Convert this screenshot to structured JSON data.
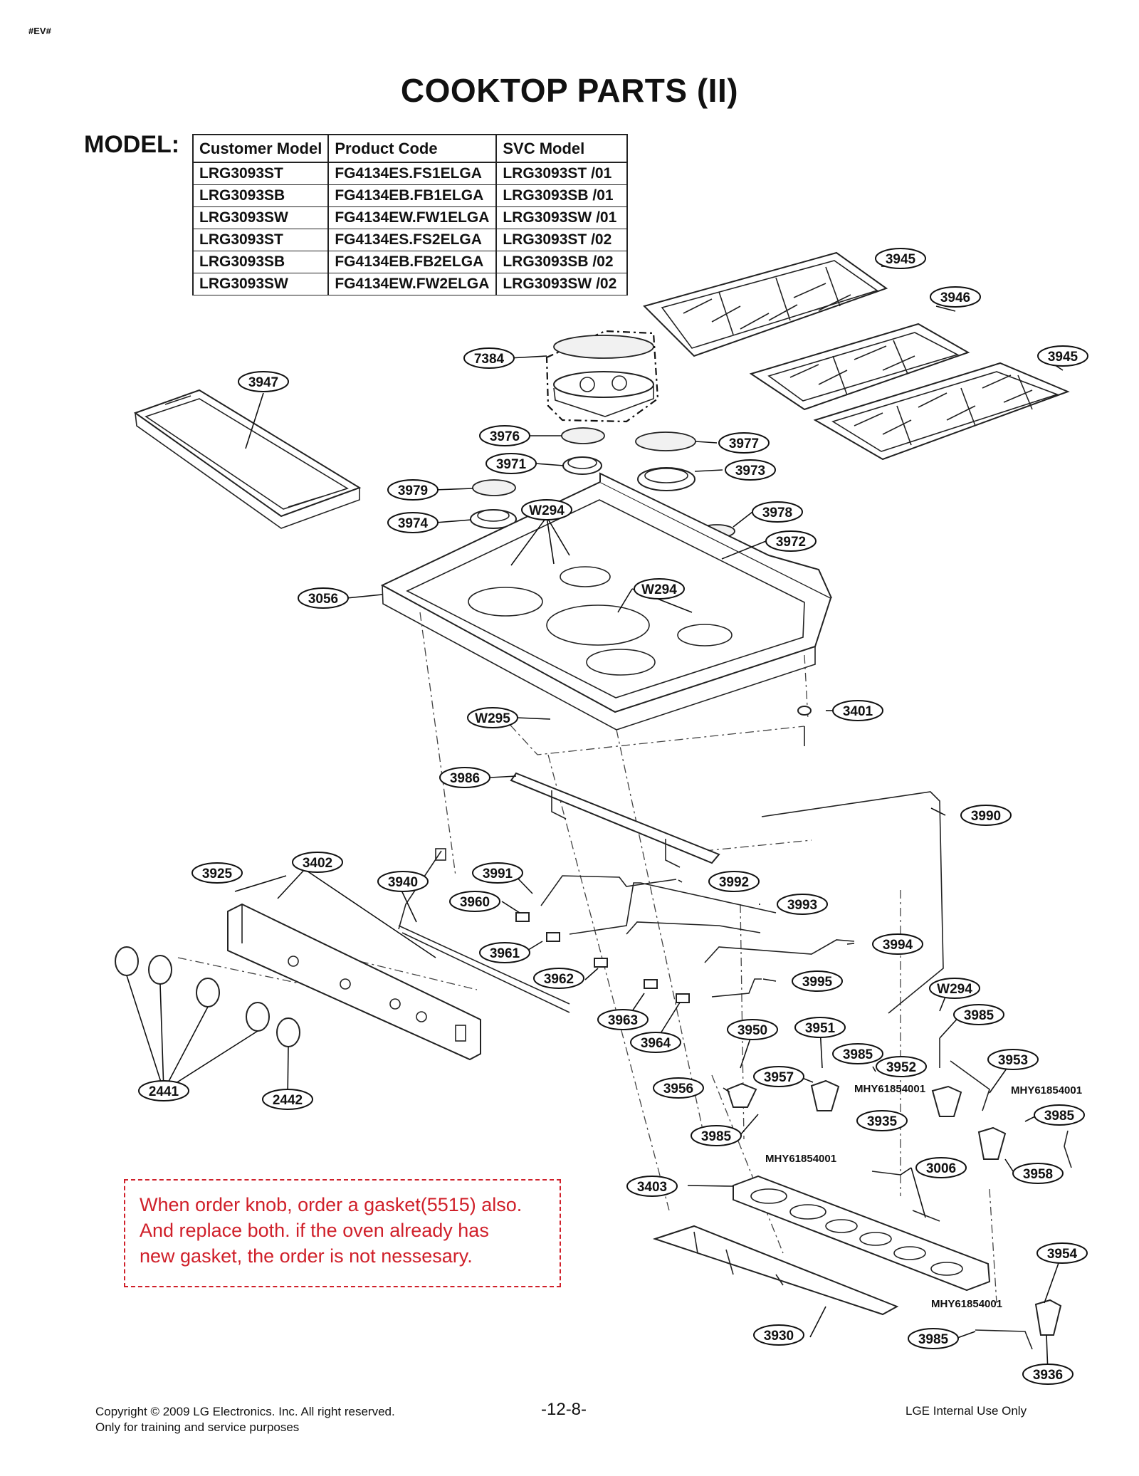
{
  "header": {
    "tag": "#EV#",
    "title": "COOKTOP PARTS (II)",
    "model_label": "MODEL:"
  },
  "models_table": {
    "columns": [
      "Customer Model",
      "Product Code",
      "SVC Model"
    ],
    "rows": [
      [
        "LRG3093ST",
        "FG4134ES.FS1ELGA",
        "LRG3093ST /01"
      ],
      [
        "LRG3093SB",
        "FG4134EB.FB1ELGA",
        "LRG3093SB /01"
      ],
      [
        "LRG3093SW",
        "FG4134EW.FW1ELGA",
        "LRG3093SW /01"
      ],
      [
        "LRG3093ST",
        "FG4134ES.FS2ELGA",
        "LRG3093ST /02"
      ],
      [
        "LRG3093SB",
        "FG4134EB.FB2ELGA",
        "LRG3093SB /02"
      ],
      [
        "LRG3093SW",
        "FG4134EW.FW2ELGA",
        "LRG3093SW /02"
      ]
    ]
  },
  "callouts": [
    "3945",
    "3946",
    "3945",
    "7384",
    "3947",
    "3976",
    "3977",
    "3971",
    "3973",
    "3979",
    "3974",
    "W294",
    "3978",
    "3972",
    "3056",
    "W294",
    "W295",
    "3401",
    "3986",
    "3990",
    "3925",
    "3402",
    "3940",
    "3991",
    "3992",
    "3960",
    "3993",
    "3994",
    "3961",
    "3962",
    "3995",
    "3963",
    "3964",
    "W294",
    "3985",
    "3950",
    "3951",
    "3985",
    "3952",
    "3953",
    "3956",
    "3957",
    "3935",
    "3985",
    "3985",
    "3958",
    "2441",
    "2442",
    "3006",
    "3403",
    "3954",
    "3930",
    "3985",
    "3936"
  ],
  "part_numbers": [
    "MHY61854001",
    "MHY61854001",
    "MHY61854001",
    "MHY61854001"
  ],
  "note": {
    "lines": [
      "When order knob, order a gasket(5515) also.",
      "And replace both.  if the oven already has",
      "new gasket, the order is not nessesary."
    ],
    "color": "#d0202a"
  },
  "footer": {
    "copyright": "Copyright © 2009 LG Electronics. Inc. All right reserved.",
    "training": "Only for training and service purposes",
    "page": "-12-8-",
    "internal": "LGE Internal Use Only"
  }
}
